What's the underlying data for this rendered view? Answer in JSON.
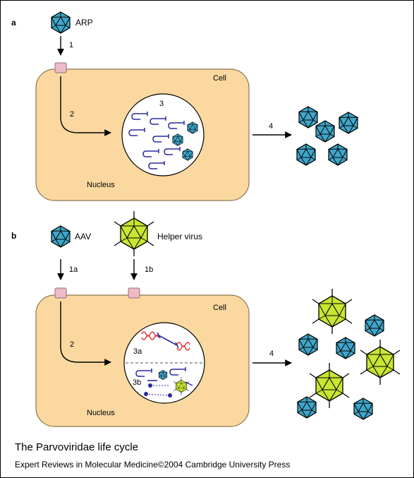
{
  "colors": {
    "cell_fill": "#fad8a0",
    "cell_stroke": "#8c7650",
    "receptor_fill": "#eebac6",
    "parvovirus_fill": "#3fa6c9",
    "helper_virus_fill": "#c8e632",
    "dna_blue": "#2a2aa0",
    "dna_red": "#e03030"
  },
  "panel_a": {
    "label": "a",
    "virus_label": "ARP",
    "step1": "1",
    "step2": "2",
    "step3": "3",
    "step4": "4",
    "cell_label": "Cell",
    "nucleus_label": "Nucleus"
  },
  "panel_b": {
    "label": "b",
    "virus_label": "AAV",
    "helper_label": "Helper virus",
    "step1a": "1a",
    "step1b": "1b",
    "step2": "2",
    "step3a": "3a",
    "step3b": "3b",
    "step4": "4",
    "cell_label": "Cell",
    "nucleus_label": "Nucleus"
  },
  "caption": {
    "title": "The Parvoviridae life cycle",
    "credit": "Expert Reviews in Molecular Medicine©2004 Cambridge University Press"
  }
}
